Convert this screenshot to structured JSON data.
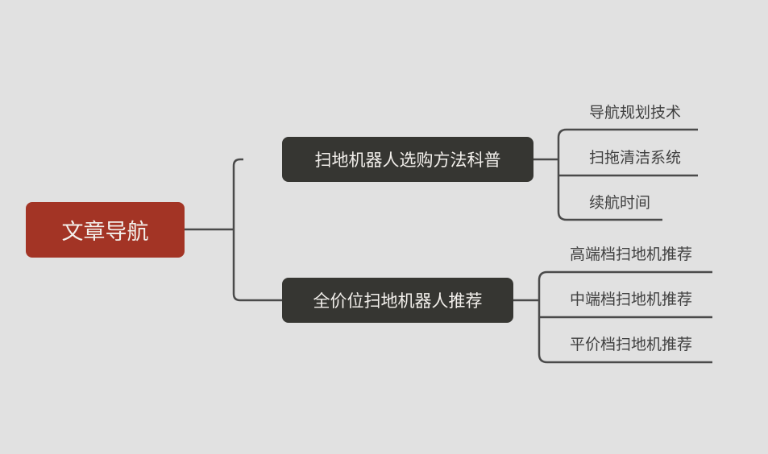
{
  "root": {
    "label": "文章导航",
    "color": "#a33425"
  },
  "branches": [
    {
      "label": "扫地机器人选购方法科普",
      "children": [
        "导航规划技术",
        "扫拖清洁系统",
        "续航时间"
      ]
    },
    {
      "label": "全价位扫地机器人推荐",
      "children": [
        "高端档扫地机推荐",
        "中端档扫地机推荐",
        "平价档扫地机推荐"
      ]
    }
  ]
}
